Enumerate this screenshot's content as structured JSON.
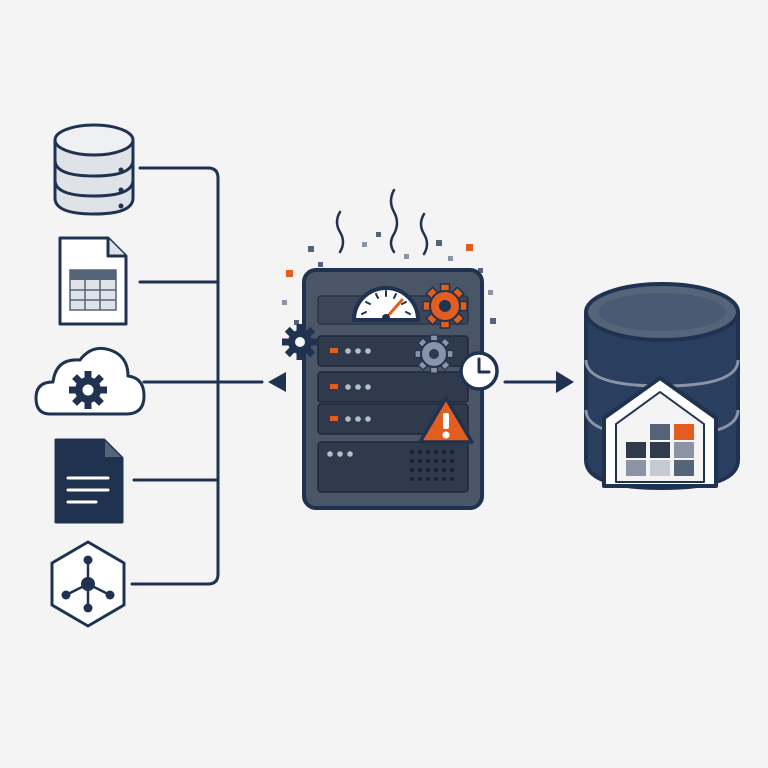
{
  "diagram": {
    "type": "data-pipeline",
    "sources": [
      {
        "icon": "database-icon"
      },
      {
        "icon": "spreadsheet-icon"
      },
      {
        "icon": "cloud-gear-icon"
      },
      {
        "icon": "document-icon"
      },
      {
        "icon": "network-hub-icon"
      }
    ],
    "processor": {
      "icon": "server-rack-icon",
      "overlays": [
        "speedometer-icon",
        "gear-icon",
        "clock-icon",
        "warning-icon",
        "heat-waves-icon"
      ]
    },
    "destination": {
      "icon": "data-warehouse-icon"
    },
    "flow": [
      "sources",
      "processor",
      "destination"
    ]
  },
  "colors": {
    "navy": "#1f3350",
    "server_body": "#4a5568",
    "slate": "#56647a",
    "light_gray": "#dfe2e7",
    "accent_orange": "#e35d20",
    "background": "#f4f4f4"
  }
}
